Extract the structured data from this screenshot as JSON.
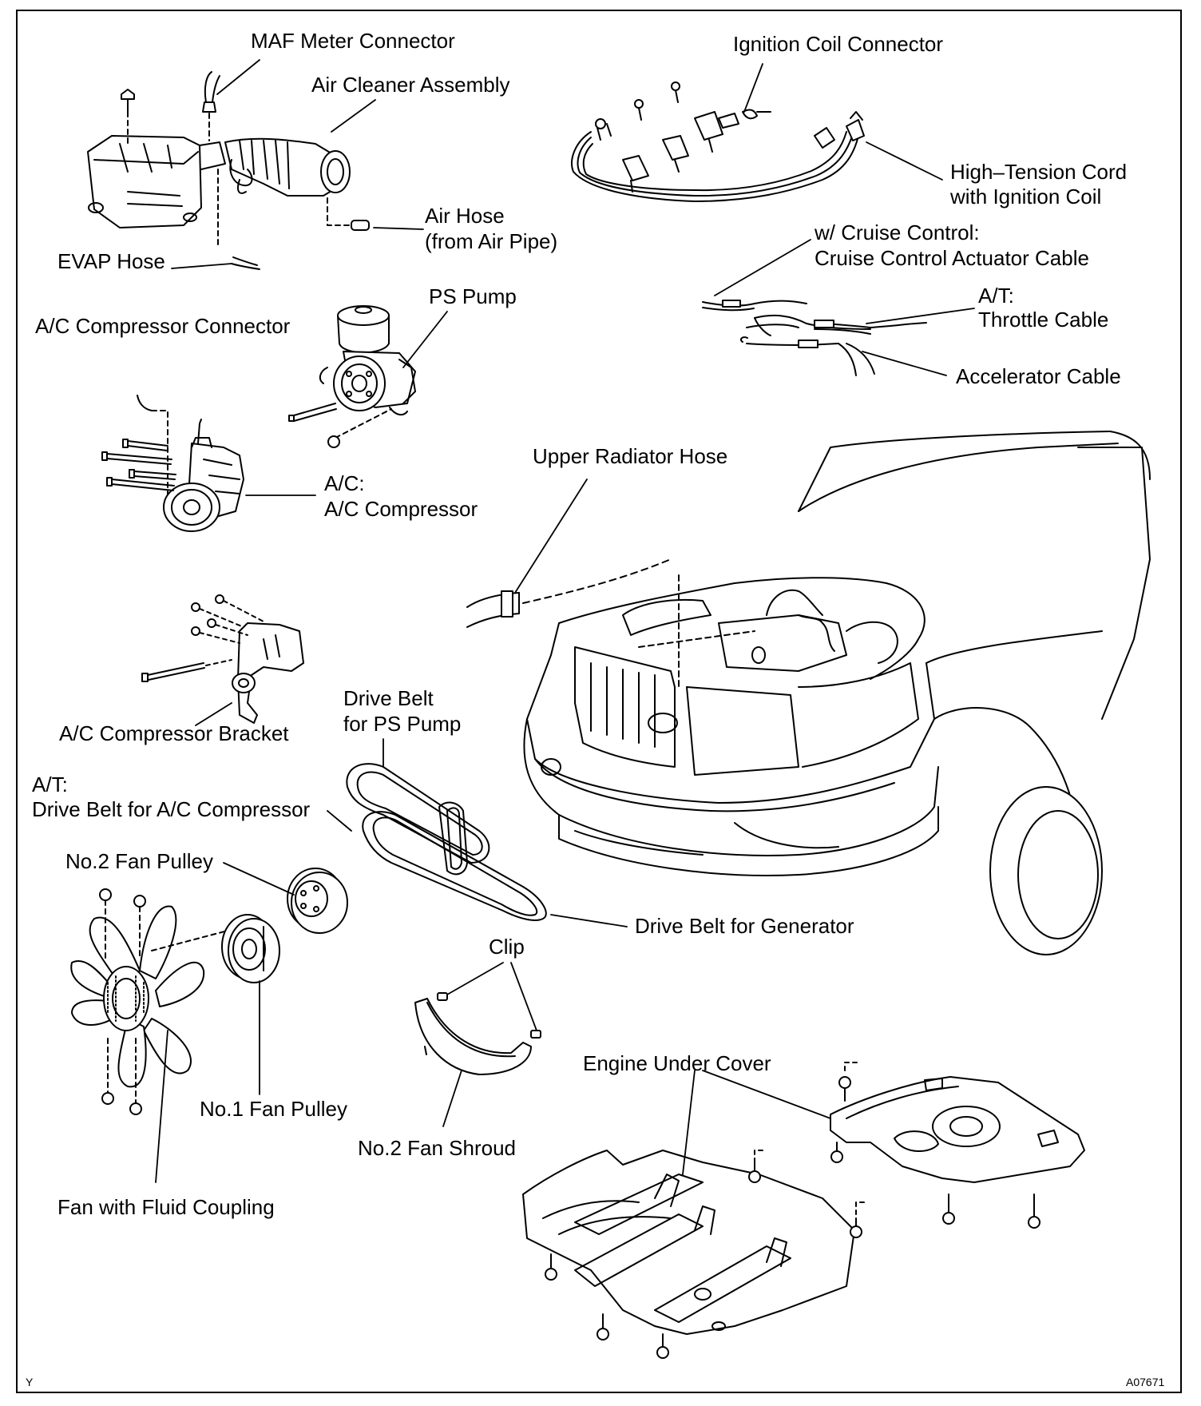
{
  "labels": {
    "maf_meter_connector": "MAF Meter Connector",
    "air_cleaner_assembly": "Air Cleaner Assembly",
    "air_hose_1": "Air Hose",
    "air_hose_2": "(from Air Pipe)",
    "evap_hose": "EVAP Hose",
    "ignition_coil_connector": "Ignition Coil Connector",
    "high_tension_cord_1": "High–Tension Cord",
    "high_tension_cord_2": "with Ignition Coil",
    "cruise_1": "w/ Cruise Control:",
    "cruise_2": "Cruise Control Actuator Cable",
    "at_throttle_1": "A/T:",
    "at_throttle_2": "Throttle Cable",
    "accelerator_cable": "Accelerator Cable",
    "ac_compressor_connector": "A/C Compressor Connector",
    "ps_pump": "PS Pump",
    "ac_compressor_1": "A/C:",
    "ac_compressor_2": "A/C Compressor",
    "upper_radiator_hose": "Upper Radiator Hose",
    "ac_compressor_bracket": "A/C Compressor Bracket",
    "drive_belt_ps_1": "Drive Belt",
    "drive_belt_ps_2": "for PS Pump",
    "drive_belt_ac_1": "A/T:",
    "drive_belt_ac_2": "Drive Belt for A/C Compressor",
    "no2_fan_pulley": "No.2 Fan Pulley",
    "drive_belt_generator": "Drive Belt for Generator",
    "clip": "Clip",
    "engine_under_cover": "Engine Under Cover",
    "no1_fan_pulley": "No.1 Fan Pulley",
    "no2_fan_shroud": "No.2 Fan Shroud",
    "fan_fluid_coupling": "Fan with Fluid Coupling"
  },
  "corner": {
    "left": "Y",
    "right": "A07671"
  }
}
